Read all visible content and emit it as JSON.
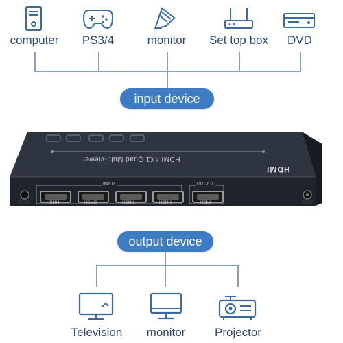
{
  "input_devices": [
    {
      "label": "computer",
      "icon": "computer-tower-icon"
    },
    {
      "label": "PS3/4",
      "icon": "gamepad-icon"
    },
    {
      "label": "monitor",
      "icon": "monitor-tilted-icon"
    },
    {
      "label": "Set top box",
      "icon": "set-top-box-icon"
    },
    {
      "label": "DVD",
      "icon": "dvd-player-icon"
    }
  ],
  "input_pill": "input device",
  "output_pill": "output device",
  "product": {
    "name": "HDMI 4X1 Quad Multi-viewer",
    "brand_logo": "HDMI",
    "input_group_label": "INPUT",
    "output_group_label": "OUTPUT",
    "input_ports": [
      "HDMI4",
      "HDMI3",
      "HDMI2",
      "HDMI1"
    ],
    "output_port": "HDMI",
    "rs232": "RS232",
    "power": "DC5V"
  },
  "output_devices": [
    {
      "label": "Television",
      "icon": "television-icon"
    },
    {
      "label": "monitor",
      "icon": "monitor-icon"
    },
    {
      "label": "Projector",
      "icon": "projector-icon"
    }
  ],
  "colors": {
    "accent": "#3d7cc4",
    "label": "#2b4a6b",
    "icon": "#3a6aa0",
    "device": "#2c3340"
  }
}
